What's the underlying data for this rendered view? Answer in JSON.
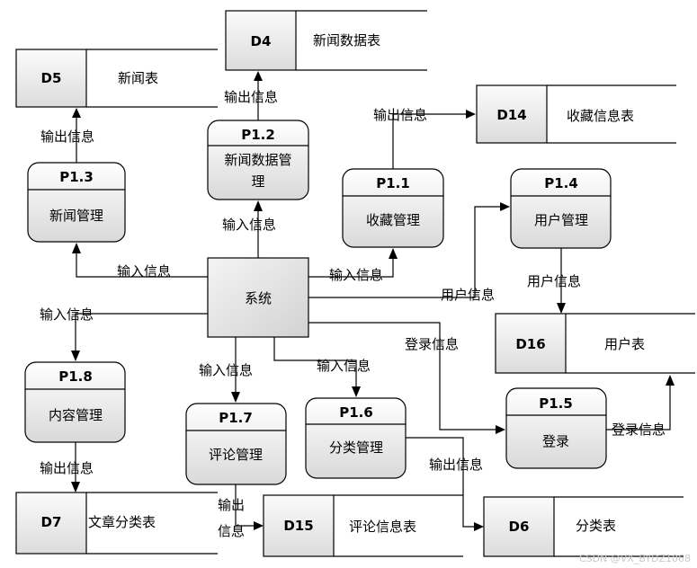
{
  "system": {
    "label": "系统"
  },
  "processes": {
    "p11": {
      "id": "P1.1",
      "name": "收藏管理"
    },
    "p12": {
      "id": "P1.2",
      "name_line1": "新闻数据管",
      "name_line2": "理"
    },
    "p13": {
      "id": "P1.3",
      "name": "新闻管理"
    },
    "p14": {
      "id": "P1.4",
      "name": "用户管理"
    },
    "p15": {
      "id": "P1.5",
      "name": "登录"
    },
    "p16": {
      "id": "P1.6",
      "name": "分类管理"
    },
    "p17": {
      "id": "P1.7",
      "name": "评论管理"
    },
    "p18": {
      "id": "P1.8",
      "name": "内容管理"
    }
  },
  "stores": {
    "d4": {
      "id": "D4",
      "name": "新闻数据表"
    },
    "d5": {
      "id": "D5",
      "name": "新闻表"
    },
    "d14": {
      "id": "D14",
      "name": "收藏信息表"
    },
    "d16": {
      "id": "D16",
      "name": "用户表"
    },
    "d7": {
      "id": "D7",
      "name": "文章分类表"
    },
    "d15": {
      "id": "D15",
      "name": "评论信息表"
    },
    "d6": {
      "id": "D6",
      "name": "分类表"
    }
  },
  "flows": {
    "p12_d4": "输出信息",
    "p13_d5": "输出信息",
    "p11_d14": "输出信息",
    "sys_p12": "输入信息",
    "sys_p13": "输入信息",
    "sys_p11": "输入信息",
    "sys_p14": "用户信息",
    "p14_d16": "用户信息",
    "sys_p18": "输入信息",
    "sys_p15": "登录信息",
    "p15_d16": "登录信息",
    "sys_p17": "输入信息",
    "sys_p16": "输入信息",
    "p18_d7": "输出信息",
    "p17_d15_line1": "输出",
    "p17_d15_line2": "信息",
    "p16_d6": "输出信息"
  },
  "watermark": "CSDN @VX_BYDZ1068"
}
